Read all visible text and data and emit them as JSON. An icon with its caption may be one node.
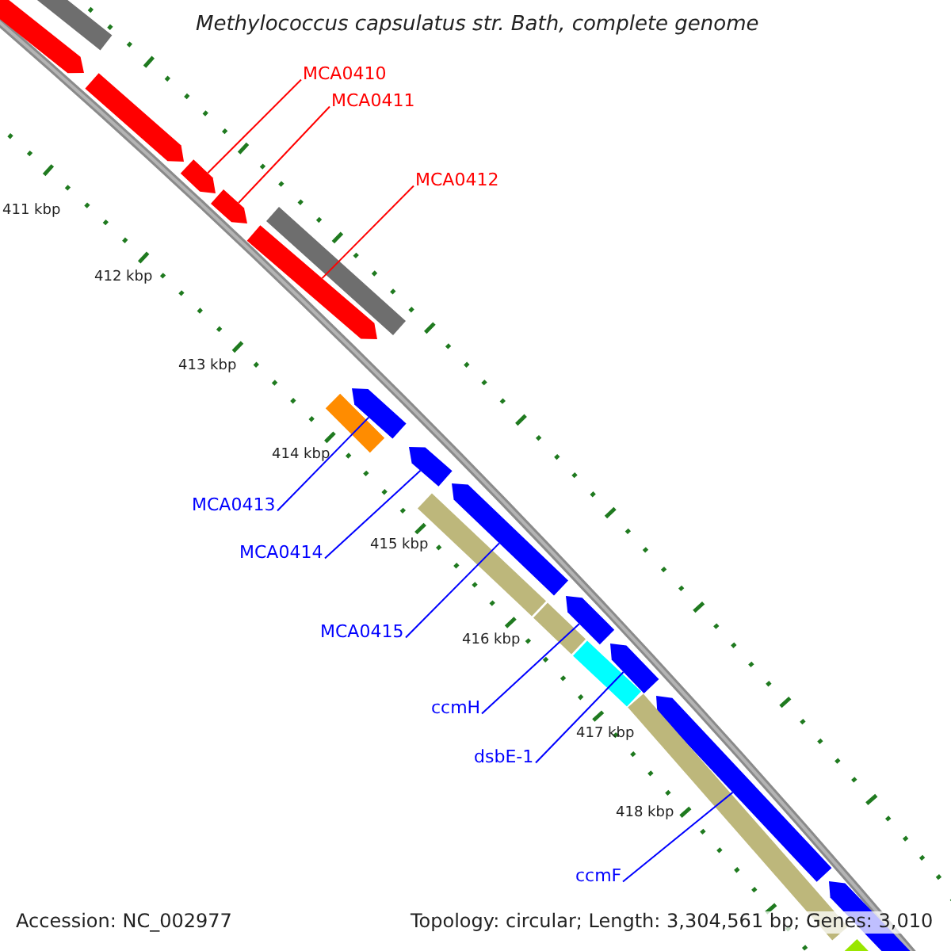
{
  "diagram": {
    "title": "Methylococcus capsulatus str. Bath, complete genome",
    "nodes": [
      {
        "text": [
          "MCA0410"
        ]
      },
      {
        "text": [
          "MCA0411"
        ]
      },
      {
        "text": [
          "MCA0412"
        ]
      },
      {
        "text": [
          "MCA0413"
        ]
      },
      {
        "text": [
          "MCA0414"
        ]
      },
      {
        "text": [
          "MCA0415"
        ]
      },
      {
        "text": [
          "ccmH"
        ]
      },
      {
        "text": [
          "dsbE-1"
        ]
      },
      {
        "text": [
          "ccmF"
        ]
      },
      {
        "text": [],
        "shape": "arrow"
      },
      {
        "text": [],
        "shape": "arrow"
      },
      {
        "text": [],
        "shape": "arrow"
      },
      {
        "text": [],
        "shape": "arrow"
      },
      {
        "text": [],
        "shape": "arrow"
      },
      {
        "text": [],
        "shape": "arrow"
      },
      {
        "text": [],
        "shape": "arrow"
      },
      {
        "text": [],
        "shape": "arrow"
      },
      {
        "text": [],
        "shape": "arrow"
      },
      {
        "text": [],
        "shape": "bar"
      },
      {
        "text": [],
        "shape": "arrow"
      },
      {
        "text": [],
        "shape": "arrow"
      },
      {
        "text": [],
        "shape": "bar"
      },
      {
        "text": [],
        "shape": "bar"
      },
      {
        "text": [],
        "shape": "bar"
      },
      {
        "text": [],
        "shape": "bar"
      },
      {
        "text": [],
        "shape": "bar"
      },
      {
        "text": [],
        "shape": "bar"
      },
      {
        "text": [],
        "shape": "bar"
      },
      {
        "text": [],
        "shape": "arrow"
      }
    ],
    "edges": [
      {
        "from": 0,
        "to": 9,
        "arrow": "none",
        "color": "#ff0000"
      },
      {
        "from": 1,
        "to": 10,
        "arrow": "none",
        "color": "#ff0000"
      },
      {
        "from": 2,
        "to": 11,
        "arrow": "none",
        "color": "#ff0000"
      },
      {
        "from": 3,
        "to": 12,
        "arrow": "none"
      },
      {
        "from": 4,
        "to": 13,
        "arrow": "none"
      },
      {
        "from": 5,
        "to": 14,
        "arrow": "none"
      },
      {
        "from": 6,
        "to": 15,
        "arrow": "none"
      },
      {
        "from": 7,
        "to": 16,
        "arrow": "none"
      },
      {
        "from": 8,
        "to": 17,
        "arrow": "none"
      }
    ],
    "labels": [
      "411 kbp",
      "412 kbp",
      "413 kbp",
      "414 kbp",
      "415 kbp",
      "416 kbp",
      "417 kbp",
      "418 kbp",
      "Accession: NC_002977",
      "Topology: circular; Length: 3,304,561 bp; Genes: 3,010"
    ]
  }
}
